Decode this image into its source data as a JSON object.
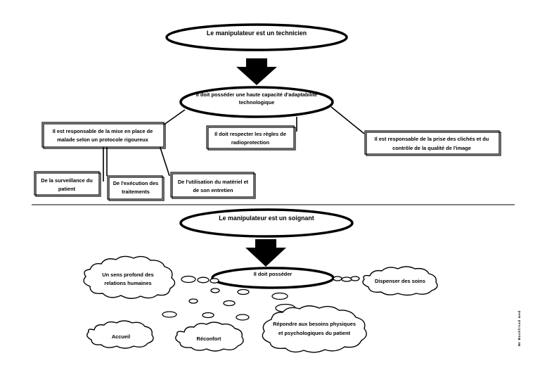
{
  "top": {
    "title": "Le manipulateur est un technicien",
    "center_line1": "Il doit posséder une haute capacité d'adaptabilité",
    "center_line2": "technologique",
    "box_mise_line1": "Il est responsable de la mise en place de",
    "box_mise_line2": "malade selon un protocole rigoureux",
    "box_regles_line1": "Il doit respecter les règles de",
    "box_regles_line2": "radioprotection",
    "box_cliches_line1": "Il est responsable de la prise des clichés et du",
    "box_cliches_line2": "contrôle de la qualité de l'image",
    "box_surv_line1": "De la surveillance du",
    "box_surv_line2": "patient",
    "box_exec_line1": "De l'exécution des",
    "box_exec_line2": "traitements",
    "box_util_line1": "De l'utilisation du matériel et",
    "box_util_line2": "de son entretien"
  },
  "bottom": {
    "title": "Le manipulateur est un soignant",
    "center": "Il doit posséder",
    "cloud_sens_line1": "Un sens profond des",
    "cloud_sens_line2": "relations humaines",
    "cloud_soins": "Dispenser des soins",
    "cloud_accueil": "Accueil",
    "cloud_reconfort": "Réconfort",
    "cloud_besoins_line1": "Répondre aux besoins physiques",
    "cloud_besoins_line2": "et psychologiques du patient"
  },
  "signature": "Mr Bouhfroud med"
}
